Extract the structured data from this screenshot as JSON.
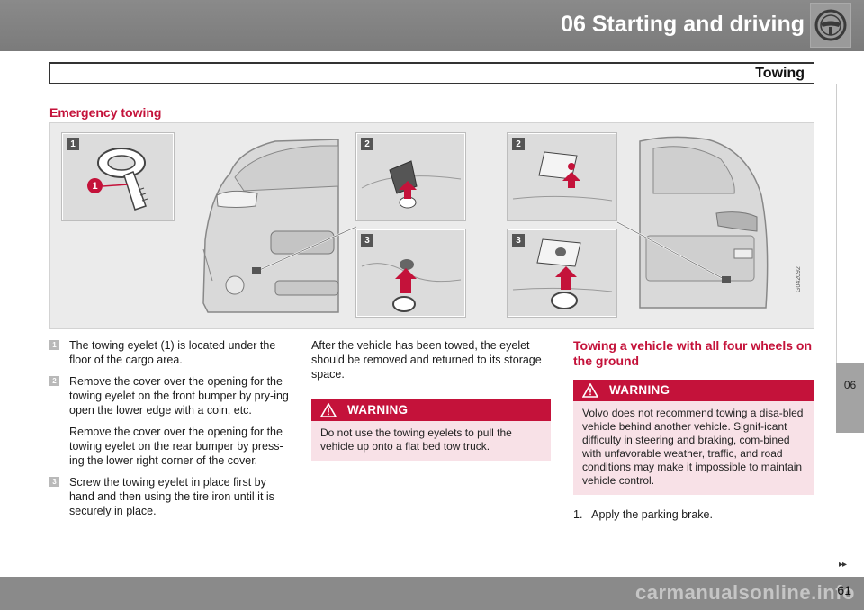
{
  "header": {
    "chapter_title": "06 Starting and driving",
    "section_title": "Towing",
    "side_tab": "06"
  },
  "main": {
    "heading": "Emergency towing",
    "figure": {
      "code": "G042092",
      "callout": "1",
      "panel_badges": [
        "1",
        "2",
        "3",
        "2",
        "3"
      ]
    },
    "steps": [
      {
        "num": "1",
        "paragraphs": [
          "The towing eyelet (1) is located under the floor of the cargo area."
        ]
      },
      {
        "num": "2",
        "paragraphs": [
          "Remove the cover over the opening for the towing eyelet on the front bumper by pry-ing open the lower edge with a coin, etc.",
          "Remove the cover over the opening for the towing eyelet on the rear bumper by press-ing the lower right corner of the cover."
        ]
      },
      {
        "num": "3",
        "paragraphs": [
          "Screw the towing eyelet in place first by hand and then using the tire iron until it is securely in place."
        ]
      }
    ],
    "after_towing": "After the vehicle has been towed, the eyelet should be removed and returned to its storage space.",
    "warning1": {
      "title": "WARNING",
      "text": "Do not use the towing eyelets to pull the vehicle up onto a flat bed tow truck."
    },
    "four_wheels_heading": "Towing a vehicle with all four wheels on the ground",
    "warning2": {
      "title": "WARNING",
      "text": "Volvo does not recommend towing a disa-bled vehicle behind another vehicle. Signif-icant difficulty in steering and braking, com-bined with unfavorable weather, traffic, and road conditions may make it impossible to maintain vehicle control."
    },
    "list_item": "1.   Apply the parking brake."
  },
  "footer": {
    "page_number": "61",
    "continue_mark": "▸▸",
    "watermark": "carmanualsonline.info"
  },
  "colors": {
    "accent": "#c4123a",
    "warning_bg": "#f8e1e7",
    "bar": "#8a8a8a"
  },
  "icons": [
    "steering-wheel-icon",
    "warning-triangle-icon"
  ]
}
